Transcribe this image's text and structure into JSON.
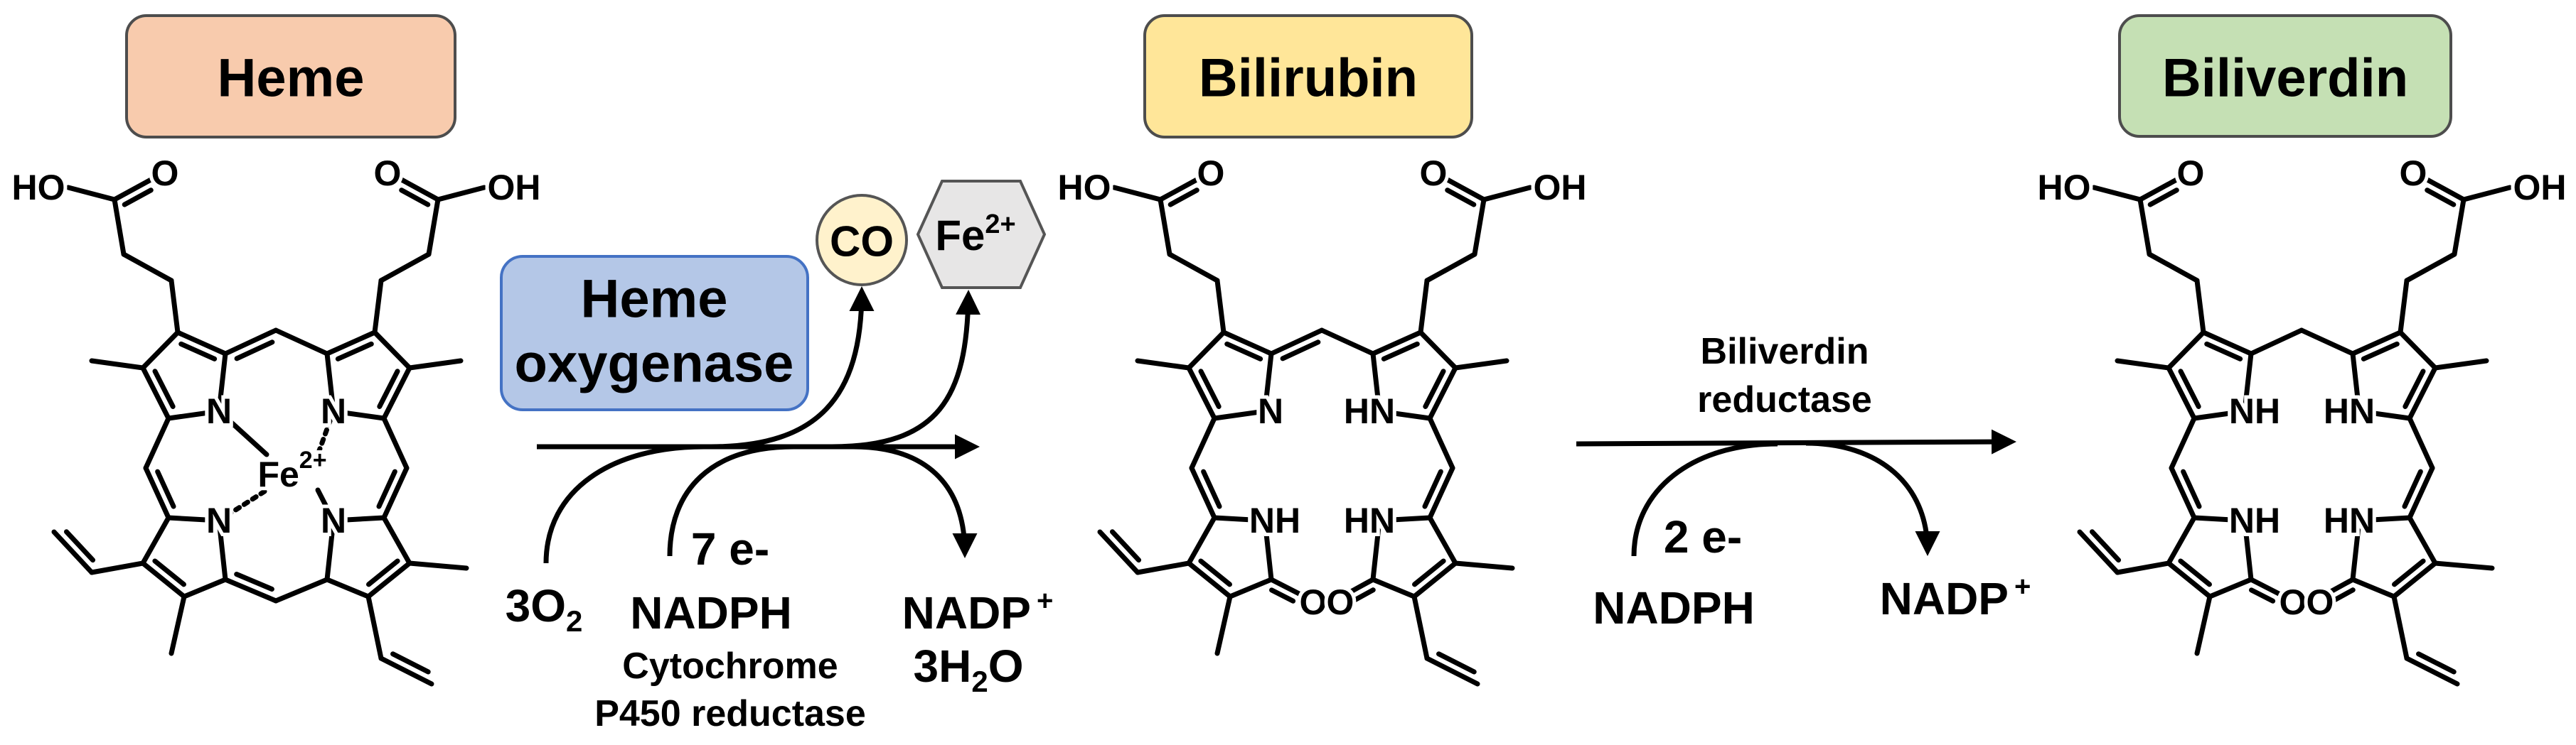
{
  "molecules": {
    "heme": {
      "name": "Heme",
      "fill": "#f8cbad",
      "border": "#4d4d4d",
      "atoms": {
        "ho": "HO",
        "o_left": "O",
        "o_right": "O",
        "oh": "OH",
        "n_tl": "N",
        "n_tr": "N",
        "n_bl": "N",
        "n_br": "N",
        "metal": "Fe",
        "metal_charge": "2+"
      }
    },
    "bilirubin": {
      "name": "Bilirubin",
      "fill": "#ffe699",
      "border": "#4d4d4d",
      "atoms": {
        "ho": "HO",
        "o_left": "O",
        "o_right": "O",
        "oh": "OH",
        "n_tl": "N",
        "n_tr": "HN",
        "n_bl": "NH",
        "n_br": "HN",
        "o_lactam_left": "O",
        "o_lactam_right": "O"
      }
    },
    "biliverdin": {
      "name": "Biliverdin",
      "fill": "#c5e0b4",
      "border": "#4d4d4d",
      "atoms": {
        "ho": "HO",
        "o_left": "O",
        "o_right": "O",
        "oh": "OH",
        "n_tl": "NH",
        "n_tr": "HN",
        "n_bl": "NH",
        "n_br": "HN",
        "o_lactam_left": "O",
        "o_lactam_right": "O"
      }
    }
  },
  "reaction1": {
    "enzyme_line1": "Heme",
    "enzyme_line2": "oxygenase",
    "enzyme_fill": "#b4c7e7",
    "enzyme_border": "#4472c4",
    "product_co": "CO",
    "co_fill": "#fff2cc",
    "product_fe": "Fe",
    "product_fe_charge": "2+",
    "fe_fill": "#e7e6e6",
    "oxygen": "3O",
    "oxygen_sub": "2",
    "electrons": "7 e-",
    "cofactor": "NADPH",
    "cofactor_source_line1": "Cytochrome",
    "cofactor_source_line2": "P450 reductase",
    "nadp": "NADP",
    "nadp_sup": "+",
    "water": "3H",
    "water_sub": "2",
    "water_o": "O"
  },
  "reaction2": {
    "enzyme_line1": "Biliverdin",
    "enzyme_line2": "reductase",
    "electrons": "2 e-",
    "cofactor": "NADPH",
    "nadp": "NADP",
    "nadp_sup": "+"
  }
}
